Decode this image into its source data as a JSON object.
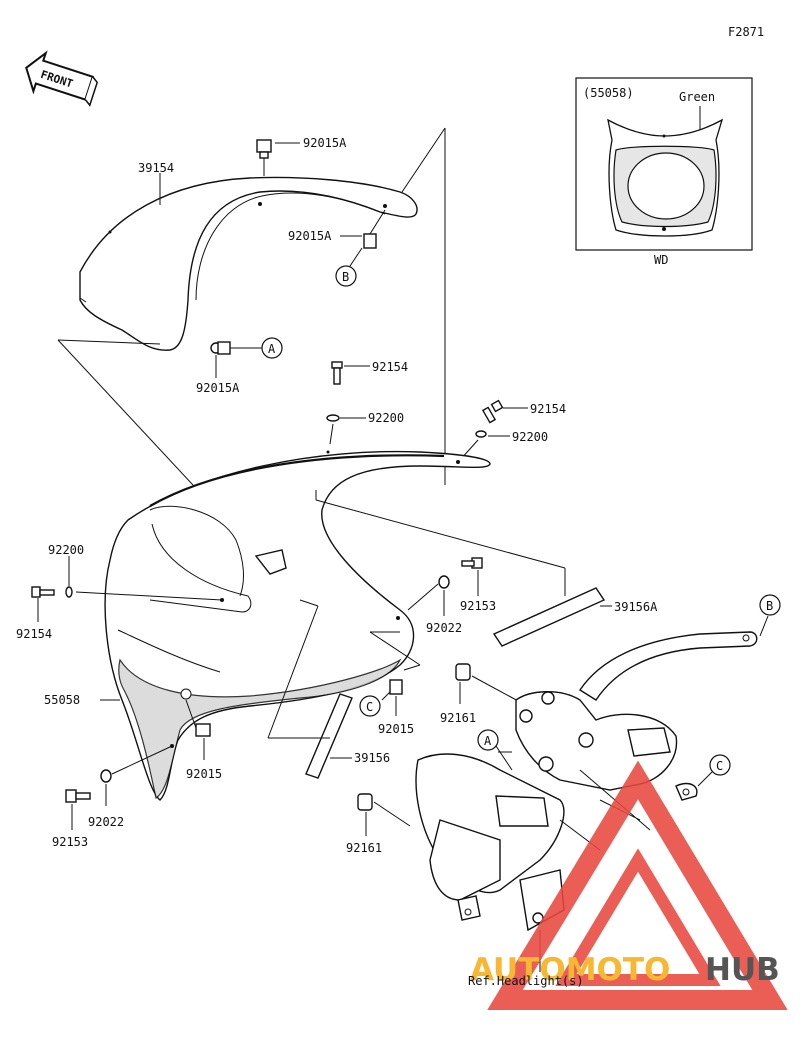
{
  "figure_code": "F2871",
  "front_label": "FRONT",
  "inset": {
    "part_ref": "(55058)",
    "color_note": "Green",
    "caption": "WD"
  },
  "callouts": {
    "A": "A",
    "B": "B",
    "C": "C"
  },
  "labels": {
    "windshield": "39154",
    "w_clip_top": "92015A",
    "w_clip_right": "92015A",
    "w_clip_bottom": "92015A",
    "bolt_top": "92154",
    "washer_top": "92200",
    "bolt_right": "92154",
    "washer_right": "92200",
    "washer_left": "92200",
    "bolt_left": "92154",
    "screw_mid": "92153",
    "washer_mid": "92022",
    "cowl": "55058",
    "pad_right": "39156A",
    "pad_lower": "39156",
    "nut_mid": "92015",
    "nut_left": "92015",
    "grommet_upper": "92161",
    "grommet_lower": "92161",
    "washer_low_left": "92022",
    "screw_low_left": "92153",
    "ref_note": "Ref.Headlight(s)"
  },
  "watermark": {
    "part1": "AUTOMOTO",
    "part2": "HUB",
    "accent_color": "#f7b733",
    "triangle_color": "#e8483f",
    "dark_color": "#555555"
  }
}
